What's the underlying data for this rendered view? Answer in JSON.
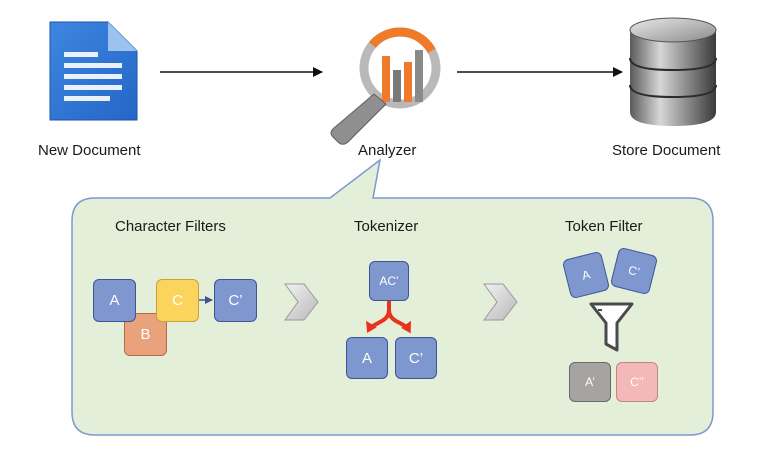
{
  "pipeline": {
    "new_document_label": "New Document",
    "analyzer_label": "Analyzer",
    "store_document_label": "Store Document"
  },
  "stages": {
    "character_filters": {
      "title": "Character Filters",
      "tiles": {
        "a": "A",
        "b": "B",
        "c": "C",
        "c_prime": "C’"
      }
    },
    "tokenizer": {
      "title": "Tokenizer",
      "tiles": {
        "input": "AC’",
        "a": "A",
        "c_prime": "C’"
      }
    },
    "token_filter": {
      "title": "Token Filter",
      "tiles": {
        "a": "A",
        "c_prime": "C’",
        "a_out": "A’",
        "c_out": "C’’"
      }
    }
  },
  "colors": {
    "panel_fill": "#e3efd9",
    "panel_border": "#7f97cf",
    "tile_blue": "#7f97cf",
    "tile_orange": "#e9a27c",
    "tile_yellow": "#fad45c",
    "tile_grey": "#a6a3a3",
    "tile_pink": "#f4b8b8",
    "split_arrow": "#e8331c",
    "analyzer_orange": "#ee7a2a"
  },
  "icons": {
    "new_document": "document-icon",
    "analyzer": "magnifier-chart-icon",
    "store_document": "database-icon",
    "token_filter": "funnel-icon"
  }
}
